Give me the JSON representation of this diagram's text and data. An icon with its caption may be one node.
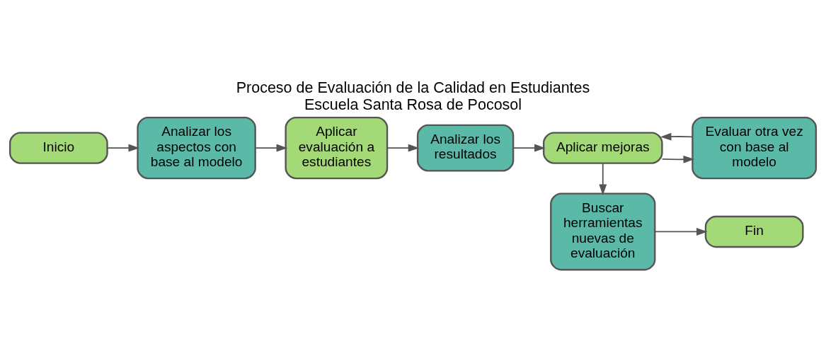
{
  "diagram": {
    "title": "Proceso de Evaluación de la Calidad en Estudiantes Escuela Santa Rosa de Pocosol",
    "nodes": [
      {
        "text": [
          "Inicio"
        ]
      },
      {
        "text": [
          "Analizar los aspectos con base al modelo"
        ]
      },
      {
        "text": [
          "Aplicar evaluación a estudiantes"
        ]
      },
      {
        "text": [
          "Analizar los resultados"
        ]
      },
      {
        "text": [
          "Aplicar mejoras"
        ]
      },
      {
        "text": [
          "Evaluar otra vez con base al modelo"
        ]
      },
      {
        "text": [
          "Buscar herramientas nuevas de evaluación"
        ]
      },
      {
        "text": [
          "Fin"
        ]
      }
    ],
    "edges": [
      {
        "from": 0,
        "to": 1,
        "arrow": "to"
      },
      {
        "from": 1,
        "to": 2,
        "arrow": "to"
      },
      {
        "from": 2,
        "to": 3,
        "arrow": "to"
      },
      {
        "from": 3,
        "to": 4,
        "arrow": "to"
      },
      {
        "from": 4,
        "to": 5,
        "arrow": "to"
      },
      {
        "from": 5,
        "to": 4,
        "arrow": "to"
      },
      {
        "from": 4,
        "to": 6,
        "arrow": "to"
      },
      {
        "from": 6,
        "to": 7,
        "arrow": "to"
      }
    ]
  }
}
